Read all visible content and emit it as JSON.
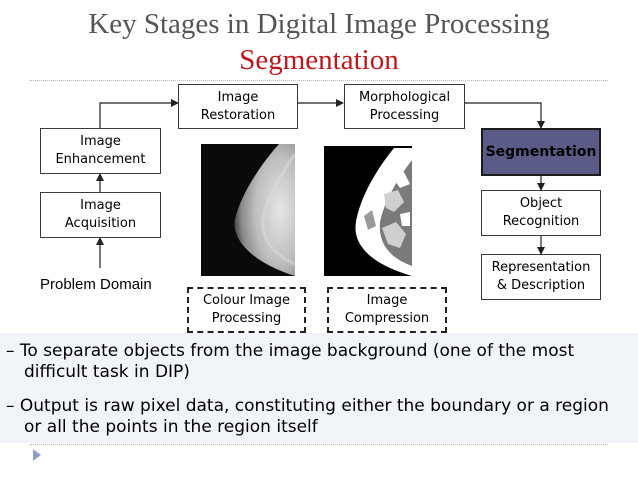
{
  "title": {
    "line1": "Key Stages in Digital Image Processing",
    "line2": "Segmentation"
  },
  "diagram": {
    "stages": {
      "image_restoration": "Image\nRestoration",
      "morphological_processing": "Morphological\nProcessing",
      "image_enhancement": "Image\nEnhancement",
      "segmentation": "Segmentation",
      "image_acquisition": "Image\nAcquisition",
      "object_recognition": "Object\nRecognition",
      "representation_description": "Representation\n& Description",
      "colour_image_processing": "Colour Image\nProcessing",
      "image_compression": "Image\nCompression"
    },
    "problem_domain": "Problem Domain",
    "highlight_color": "#5b5b88"
  },
  "bullets": [
    {
      "line1": "– To separate objects from the image background (one of the most",
      "line2": "difficult task in DIP)"
    },
    {
      "line1": "– Output is raw pixel data, constituting either the boundary or a region",
      "line2": "or all the points in the region itself"
    }
  ]
}
